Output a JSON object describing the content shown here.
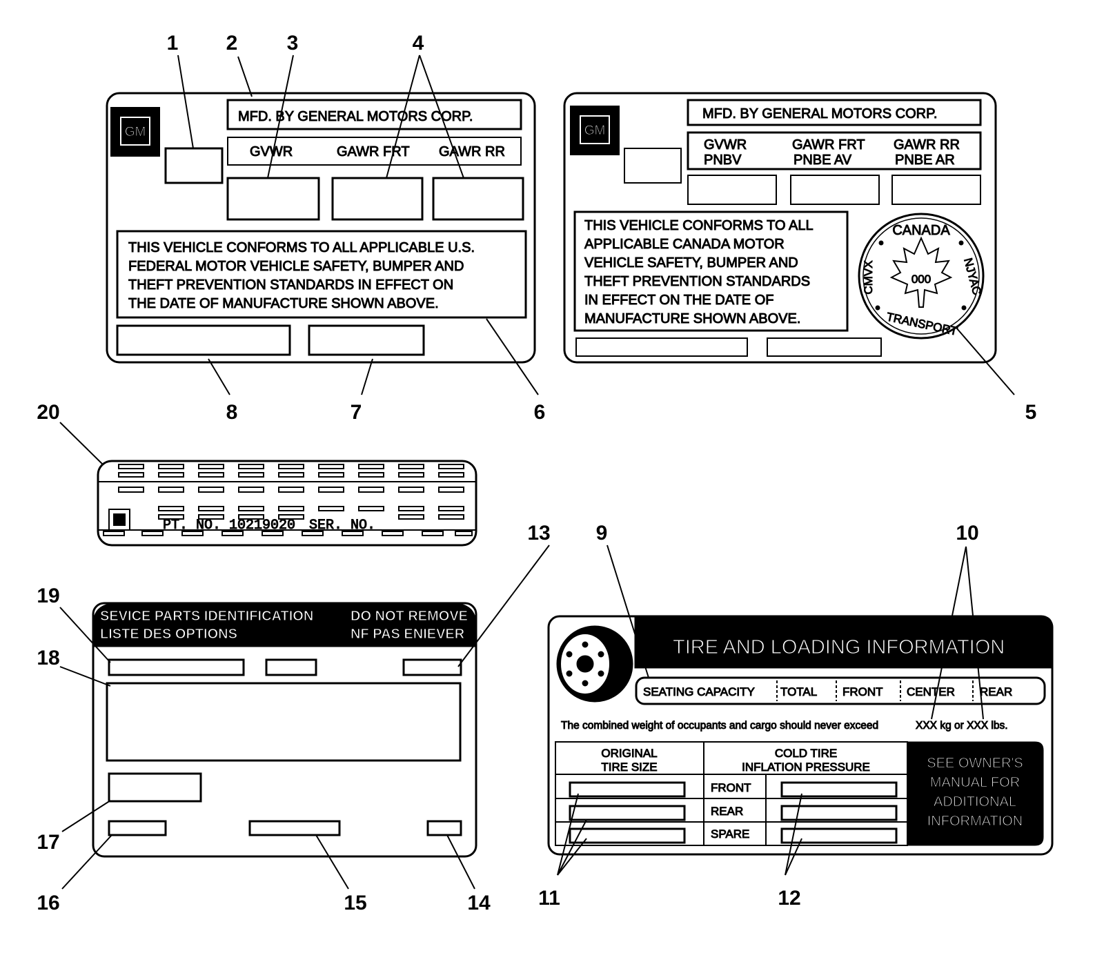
{
  "callouts": [
    "1",
    "2",
    "3",
    "4",
    "5",
    "6",
    "7",
    "8",
    "9",
    "10",
    "11",
    "12",
    "13",
    "14",
    "15",
    "16",
    "17",
    "18",
    "19",
    "20"
  ],
  "us_label": {
    "logo": "GM",
    "mfd": "MFD. BY GENERAL MOTORS CORP.",
    "gvwr": "GVWR",
    "gawr_frt": "GAWR FRT",
    "gawr_rr": "GAWR RR",
    "statement": [
      "THIS VEHICLE CONFORMS TO ALL APPLICABLE U.S.",
      "FEDERAL MOTOR VEHICLE SAFETY, BUMPER AND",
      "THEFT PREVENTION STANDARDS IN EFFECT ON",
      "THE DATE OF MANUFACTURE SHOWN ABOVE."
    ]
  },
  "canada_label": {
    "logo": "GM",
    "mfd": "MFD. BY GENERAL MOTORS CORP.",
    "gvwr": [
      "GVWR",
      "PNBV"
    ],
    "gawr_frt": [
      "GAWR FRT",
      "PNBE AV"
    ],
    "gawr_rr": [
      "GAWR RR",
      "PNBE AR"
    ],
    "statement": [
      "THIS VEHICLE CONFORMS TO ALL",
      "APPLICABLE CANADA MOTOR",
      "VEHICLE SAFETY, BUMPER AND",
      "THEFT PREVENTION STANDARDS",
      "IN EFFECT ON THE DATE OF",
      "MANUFACTURE SHOWN ABOVE."
    ],
    "seal": {
      "top": "CANADA",
      "bottom": "TRANSPORT",
      "left": "CMVX",
      "right": "NJYAC",
      "center": "000"
    }
  },
  "tag_label": {
    "pt_no": "PT. NO. 10219020",
    "ser_no": "SER. NO."
  },
  "service_label": {
    "header_left": [
      "SEVICE PARTS IDENTIFICATION",
      "LISTE DES OPTIONS"
    ],
    "header_right": [
      "DO NOT REMOVE",
      "NF PAS ENIEVER"
    ]
  },
  "tire_label": {
    "title": "TIRE AND LOADING INFORMATION",
    "seating": [
      "SEATING CAPACITY",
      "TOTAL",
      "FRONT",
      "CENTER",
      "REAR"
    ],
    "combined": "The combined weight of occupants and cargo should never exceed",
    "limit": "XXX kg or XXX lbs.",
    "tire_size_header": [
      "ORIGINAL",
      "TIRE SIZE"
    ],
    "pressure_header": [
      "COLD TIRE",
      "INFLATION PRESSURE"
    ],
    "rows": [
      "FRONT",
      "REAR",
      "SPARE"
    ],
    "owner": [
      "SEE OWNER'S",
      "MANUAL FOR",
      "ADDITIONAL",
      "INFORMATION"
    ]
  }
}
